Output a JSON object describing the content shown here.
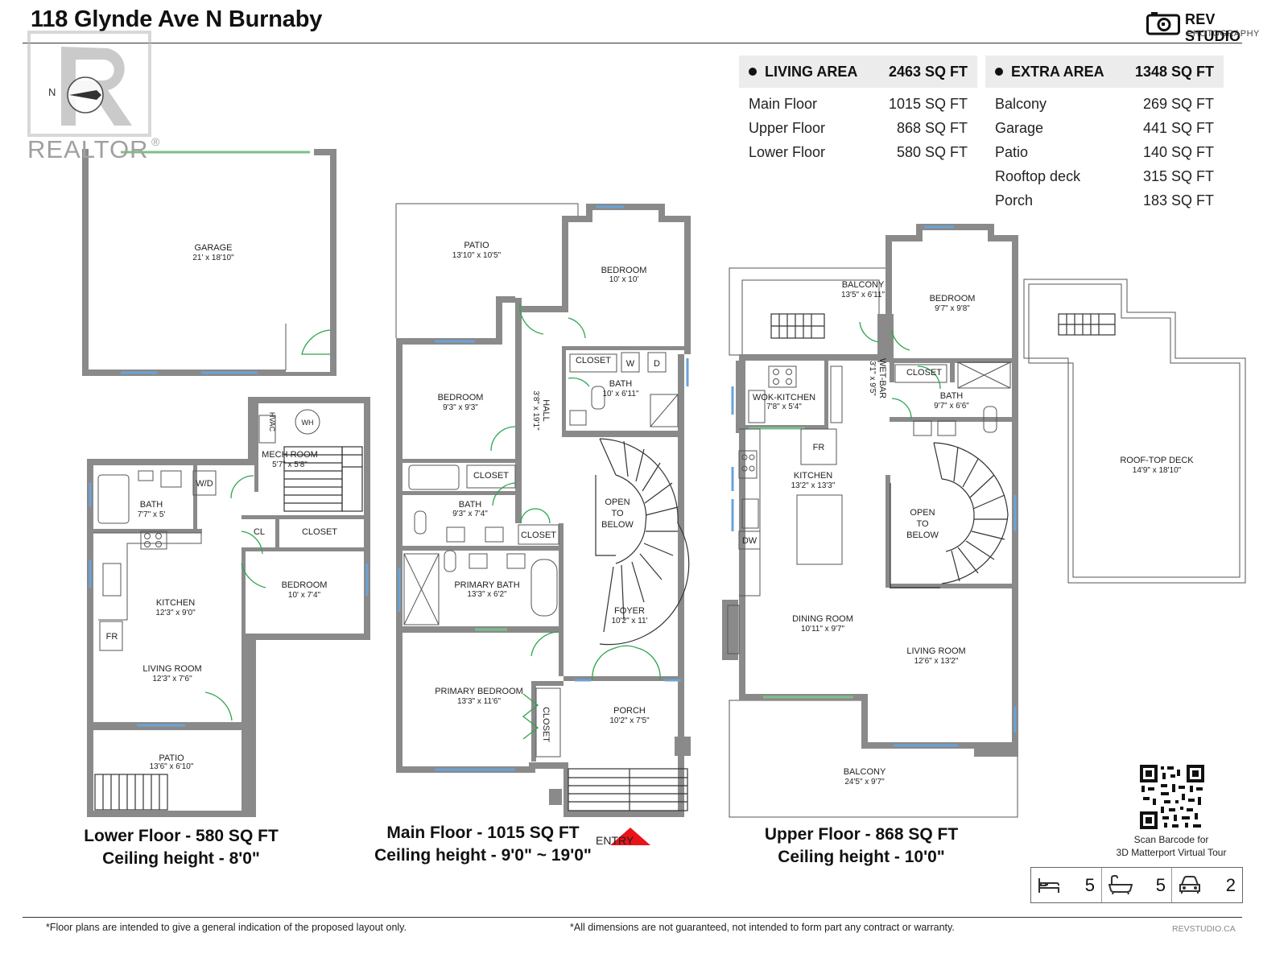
{
  "title": "118 Glynde Ave N Burnaby",
  "studio": {
    "name": "REV STUDIO",
    "sub": "PHOTOGRAPHY"
  },
  "watermark": {
    "brand": "REALTOR",
    "compass_letter": "N"
  },
  "living_area": {
    "label": "LIVING AREA",
    "total": "2463 SQ FT",
    "rows": [
      {
        "label": "Main Floor",
        "value": "1015 SQ FT"
      },
      {
        "label": "Upper Floor",
        "value": "868 SQ FT"
      },
      {
        "label": "Lower Floor",
        "value": "580 SQ FT"
      }
    ]
  },
  "extra_area": {
    "label": "EXTRA AREA",
    "total": "1348 SQ FT",
    "rows": [
      {
        "label": "Balcony",
        "value": "269 SQ FT"
      },
      {
        "label": "Garage",
        "value": "441 SQ FT"
      },
      {
        "label": "Patio",
        "value": "140 SQ FT"
      },
      {
        "label": "Rooftop deck",
        "value": "315 SQ FT"
      },
      {
        "label": "Porch",
        "value": "183 SQ FT"
      }
    ]
  },
  "rooms": {
    "garage": {
      "name": "GARAGE",
      "dims": "21' x 18'10\""
    },
    "lower_mech": {
      "name": "MECH ROOM",
      "dims": "5'7\" x 5'8\""
    },
    "lower_hvac": "HVAC",
    "lower_wh": "WH",
    "lower_wd": "W/D",
    "lower_bath": {
      "name": "BATH",
      "dims": "7'7\" x 5'"
    },
    "lower_cl": "CL",
    "lower_closet": "CLOSET",
    "lower_bedroom": {
      "name": "BEDROOM",
      "dims": "10' x 7'4\""
    },
    "lower_kitchen": {
      "name": "KITCHEN",
      "dims": "12'3\" x 9'0\""
    },
    "lower_fr": "FR",
    "lower_living": {
      "name": "LIVING ROOM",
      "dims": "12'3\" x 7'6\""
    },
    "lower_patio": {
      "name": "PATIO",
      "dims": "13'6\" x 6'10\""
    },
    "main_patio": {
      "name": "PATIO",
      "dims": "13'10\" x 10'5\""
    },
    "main_bedroom1": {
      "name": "BEDROOM",
      "dims": "10' x 10'"
    },
    "main_closet1": "CLOSET",
    "main_w": "W",
    "main_d": "D",
    "main_bath1": {
      "name": "BATH",
      "dims": "10' x 6'11\""
    },
    "main_hall": {
      "name": "HALL",
      "dims": "3'8\" x 19'1\""
    },
    "main_bedroom2": {
      "name": "BEDROOM",
      "dims": "9'3\" x 9'3\""
    },
    "main_closet2": "CLOSET",
    "main_bath2": {
      "name": "BATH",
      "dims": "9'3\" x 7'4\""
    },
    "main_closet3": "CLOSET",
    "main_open1": "OPEN",
    "main_to1": "TO",
    "main_below1": "BELOW",
    "main_primary_bath": {
      "name": "PRIMARY BATH",
      "dims": "13'3\" x 6'2\""
    },
    "main_foyer": {
      "name": "FOYER",
      "dims": "10'2\" x 11'"
    },
    "main_primary_bed": {
      "name": "PRIMARY BEDROOM",
      "dims": "13'3\" x 11'6\""
    },
    "main_closet4": "CLOSET",
    "main_porch": {
      "name": "PORCH",
      "dims": "10'2\" x 7'5\""
    },
    "upper_balcony1": {
      "name": "BALCONY",
      "dims": "13'5\" x 6'11\""
    },
    "upper_bedroom": {
      "name": "BEDROOM",
      "dims": "9'7\" x 9'8\""
    },
    "upper_wetbar": {
      "name": "WET-BAR",
      "dims": "3'1\" x 9'5\""
    },
    "upper_closet": "CLOSET",
    "upper_wok": {
      "name": "WOK-KITCHEN",
      "dims": "7'8\" x 5'4\""
    },
    "upper_bath": {
      "name": "BATH",
      "dims": "9'7\" x 6'6\""
    },
    "upper_fr": "FR",
    "upper_kitchen": {
      "name": "KITCHEN",
      "dims": "13'2\" x 13'3\""
    },
    "upper_dw": "DW",
    "upper_open": "OPEN",
    "upper_to": "TO",
    "upper_below": "BELOW",
    "upper_dining": {
      "name": "DINING ROOM",
      "dims": "10'11\" x 9'7\""
    },
    "upper_living": {
      "name": "LIVING ROOM",
      "dims": "12'6\" x 13'2\""
    },
    "upper_balcony2": {
      "name": "BALCONY",
      "dims": "24'5\" x 9'7\""
    },
    "roof_deck": {
      "name": "ROOF-TOP DECK",
      "dims": "14'9\" x 18'10\""
    }
  },
  "captions": {
    "lower": {
      "line1": "Lower Floor - 580 SQ FT",
      "line2": "Ceiling height - 8'0\""
    },
    "main": {
      "line1": "Main Floor - 1015 SQ FT",
      "line2": "Ceiling height - 9'0\" ~ 19'0\""
    },
    "upper": {
      "line1": "Upper Floor - 868 SQ FT",
      "line2": "Ceiling height - 10'0\""
    }
  },
  "entry": "ENTRY",
  "qr": {
    "line1": "Scan Barcode for",
    "line2": "3D Matterport Virtual Tour"
  },
  "stats": {
    "beds": "5",
    "baths": "5",
    "parking": "2"
  },
  "footer": {
    "left": "*Floor plans are intended to give a general indication of the proposed layout only.",
    "right": "*All dimensions are not guaranteed, not intended to form part any contract or warranty.",
    "url": "REVSTUDIO.CA"
  },
  "colors": {
    "wall": "#8a8a8a",
    "window": "#6aa3d8",
    "door": "#2ea44f",
    "entry_arrow": "#e8141a"
  }
}
